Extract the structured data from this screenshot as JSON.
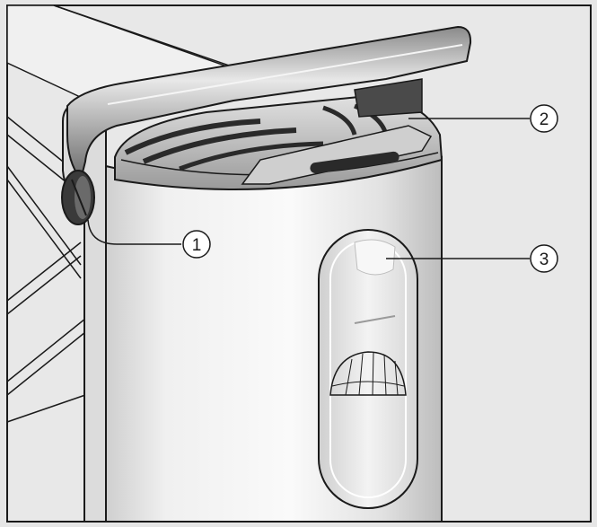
{
  "callouts": [
    {
      "number": "1"
    },
    {
      "number": "2"
    },
    {
      "number": "3"
    }
  ],
  "colors": {
    "background": "#e6e6e6",
    "cylinder_light": "#f4f4f4",
    "cylinder_shadow": "#c9c9c9",
    "lid_dark": "#555555",
    "window_fill": "#d9d9d9",
    "outline": "#1a1a1a"
  },
  "icons": {
    "knob": "knob-icon",
    "water-tank": "water-tank-icon"
  }
}
